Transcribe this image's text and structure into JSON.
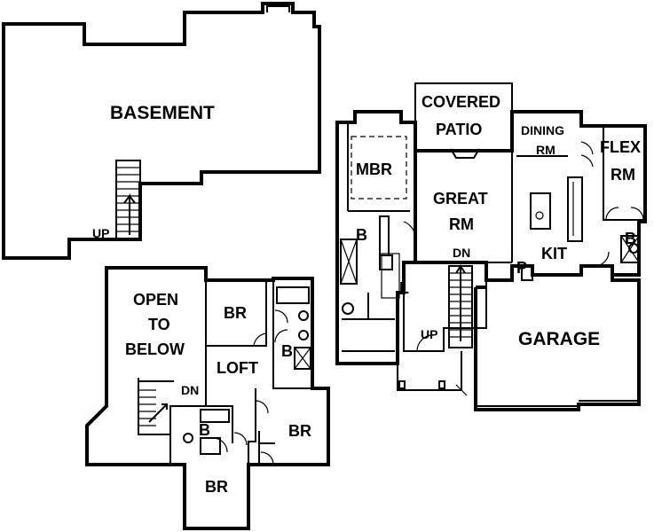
{
  "rooms": {
    "basement": "BASEMENT",
    "basement_up": "UP",
    "covered_patio_1": "COVERED",
    "covered_patio_2": "PATIO",
    "dining_1": "DINING",
    "dining_2": "RM",
    "flex_1": "FLEX",
    "flex_2": "RM",
    "mbr": "MBR",
    "great_1": "GREAT",
    "great_2": "RM",
    "main_b1": "B",
    "main_b2": "B",
    "laundry": "L",
    "kit": "KIT",
    "pantry": "P",
    "main_dn": "DN",
    "main_up": "UP",
    "garage": "GARAGE",
    "open_1": "OPEN",
    "open_2": "TO",
    "open_3": "BELOW",
    "upper_br1": "BR",
    "upper_b1": "B",
    "loft": "LOFT",
    "upper_dn": "DN",
    "upper_b2": "B",
    "upper_br2": "BR",
    "upper_br3": "BR"
  }
}
